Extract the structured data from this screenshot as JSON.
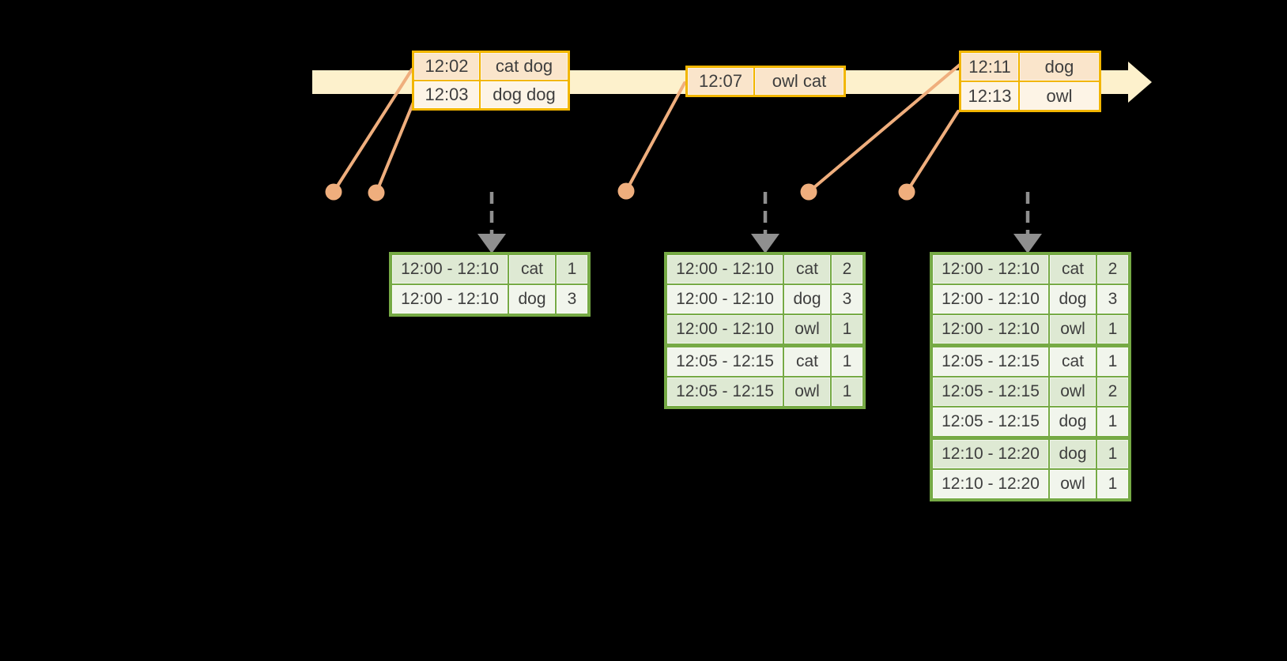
{
  "colors": {
    "background": "#000000",
    "timeline_band": "#FDF1CC",
    "event_table_border": "#F2B600",
    "event_row_peach": "#FAE5CB",
    "event_row_cream": "#FDF4E6",
    "connector_salmon": "#EFAE7D",
    "dashed_arrow_gray": "#8F8F8F",
    "result_table_border": "#76AA45",
    "result_row_green": "#DEE9D3",
    "result_row_light": "#F1F5EC",
    "text": "#3E3E3E"
  },
  "icons": {
    "timeline_arrowhead": "right-arrowhead",
    "event_marker": "dot",
    "output_marker": "dashed-down-arrow"
  },
  "event_tables": [
    {
      "rows": [
        {
          "time": "12:02",
          "words": "cat dog"
        },
        {
          "time": "12:03",
          "words": "dog dog"
        }
      ]
    },
    {
      "rows": [
        {
          "time": "12:07",
          "words": "owl cat"
        }
      ]
    },
    {
      "rows": [
        {
          "time": "12:11",
          "words": "dog"
        },
        {
          "time": "12:13",
          "words": "owl"
        }
      ]
    }
  ],
  "result_tables": [
    {
      "rows": [
        {
          "window": "12:00 - 12:10",
          "word": "cat",
          "count": "1"
        },
        {
          "window": "12:00 - 12:10",
          "word": "dog",
          "count": "3"
        }
      ]
    },
    {
      "rows": [
        {
          "window": "12:00 - 12:10",
          "word": "cat",
          "count": "2"
        },
        {
          "window": "12:00 - 12:10",
          "word": "dog",
          "count": "3"
        },
        {
          "window": "12:00 - 12:10",
          "word": "owl",
          "count": "1"
        },
        {
          "window": "12:05 - 12:15",
          "word": "cat",
          "count": "1"
        },
        {
          "window": "12:05 - 12:15",
          "word": "owl",
          "count": "1"
        }
      ]
    },
    {
      "rows": [
        {
          "window": "12:00 - 12:10",
          "word": "cat",
          "count": "2"
        },
        {
          "window": "12:00 - 12:10",
          "word": "dog",
          "count": "3"
        },
        {
          "window": "12:00 - 12:10",
          "word": "owl",
          "count": "1"
        },
        {
          "window": "12:05 - 12:15",
          "word": "cat",
          "count": "1"
        },
        {
          "window": "12:05 - 12:15",
          "word": "owl",
          "count": "2"
        },
        {
          "window": "12:05 - 12:15",
          "word": "dog",
          "count": "1"
        },
        {
          "window": "12:10 - 12:20",
          "word": "dog",
          "count": "1"
        },
        {
          "window": "12:10 - 12:20",
          "word": "owl",
          "count": "1"
        }
      ]
    }
  ]
}
